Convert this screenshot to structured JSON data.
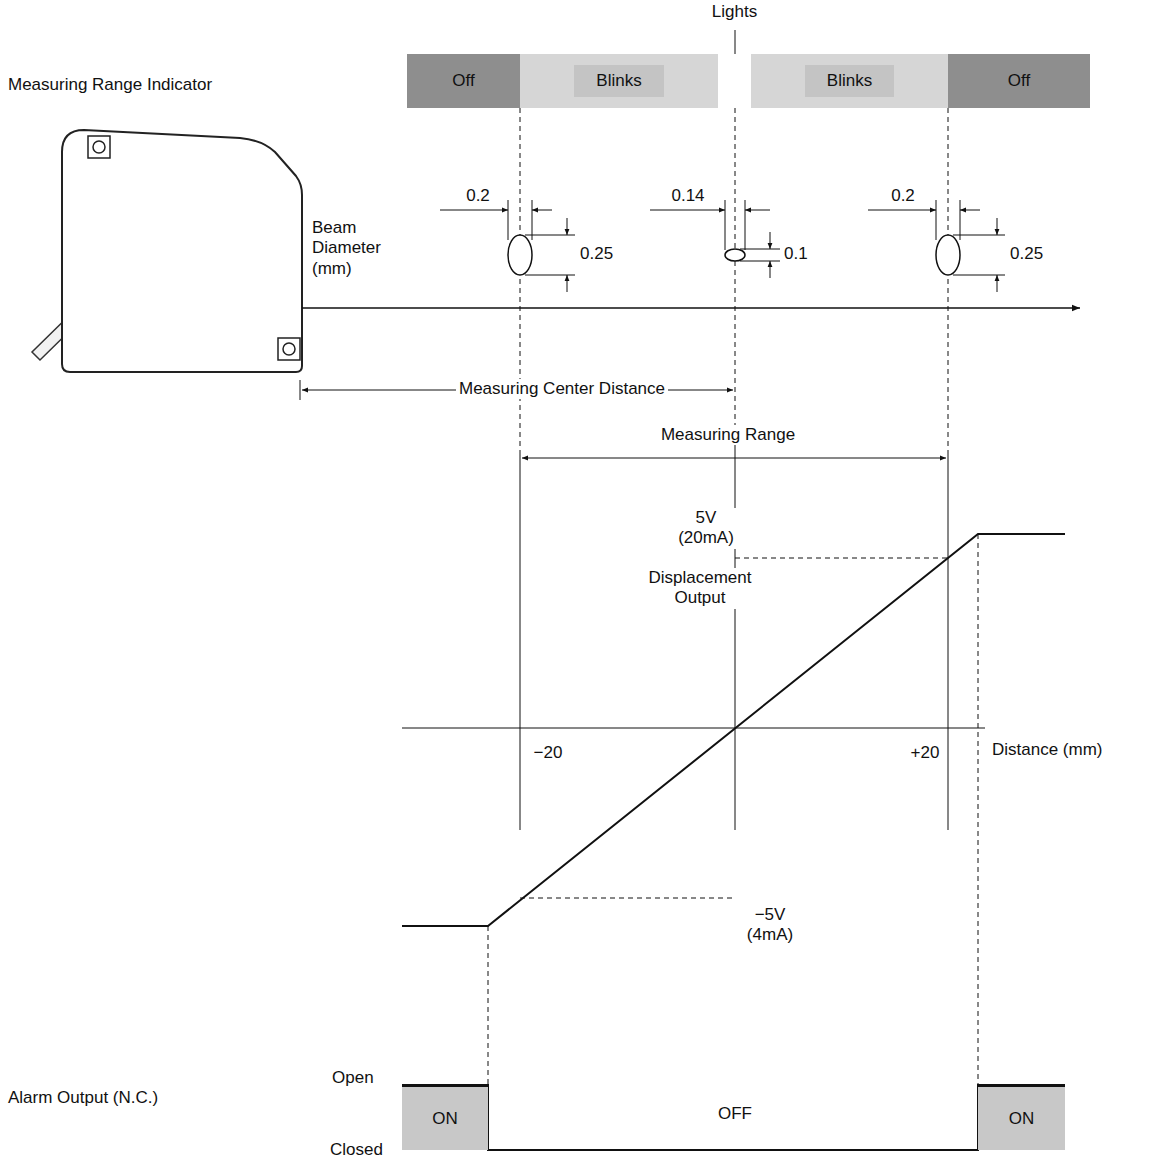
{
  "diagram": {
    "nodes": [
      {
        "text": [
          "Off"
        ]
      },
      {
        "text": [
          "Blinks"
        ]
      },
      {
        "text": [
          "Lights"
        ]
      },
      {
        "text": [
          "Blinks"
        ]
      },
      {
        "text": [
          "Off"
        ]
      },
      {
        "text": [
          "ON"
        ]
      },
      {
        "text": [
          "ON"
        ]
      }
    ],
    "labels": [
      "Measuring Range Indicator",
      "Beam Diameter (mm)",
      "0.2",
      "0.25",
      "0.14",
      "0.1",
      "0.2",
      "0.25",
      "Measuring Center Distance",
      "Measuring Range",
      "5V (20mA)",
      "Displacement Output",
      "−20",
      "+20",
      "Distance (mm)",
      "−5V (4mA)",
      "OFF",
      "Alarm Output (N.C.)",
      "Open",
      "Closed"
    ]
  }
}
